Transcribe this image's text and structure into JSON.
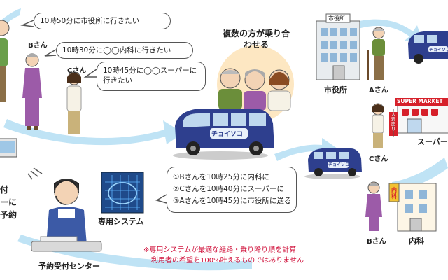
{
  "requests": [
    {
      "text": "10時50分に市役所に行きたい"
    },
    {
      "text": "10時30分に◯◯内科に行きたい"
    },
    {
      "text": "10時45分に◯◯スーパーに行きたい"
    }
  ],
  "people": [
    {
      "name": "Bさん"
    },
    {
      "name": "Cさん"
    }
  ],
  "left_partial": {
    "line1": "付",
    "line2": "ーに",
    "line3": "予約"
  },
  "sharing_title": "複数の方が乗り合わせる",
  "van_logo": "チョイソコ",
  "system_label": "専用システム",
  "reservation_results": [
    "①Bさんを10時25分に内科に",
    "②Cさんを10時40分にスーパーに",
    "③Aさんを10時45分に市役所に送る"
  ],
  "call_center_label": "予約受付センター",
  "notes": [
    "※専用システムが最適な経路・乗り降り順を計算",
    "利用者の希望を100%叶えるものではありません"
  ],
  "destinations": {
    "city_hall": {
      "sign": "市役所",
      "label": "市役所",
      "person": "Aさん"
    },
    "supermarket": {
      "sign": "SUPER MARKET",
      "flag": "大安売り",
      "label": "スーパー",
      "person": "Cさん"
    },
    "clinic": {
      "sign": "内科",
      "label": "内科",
      "person": "Bさん"
    }
  },
  "colors": {
    "arrow": "#bfe3f5",
    "van": "#2e3f8e",
    "note": "#d0103a",
    "supermarket_sign": "#d6202a"
  }
}
